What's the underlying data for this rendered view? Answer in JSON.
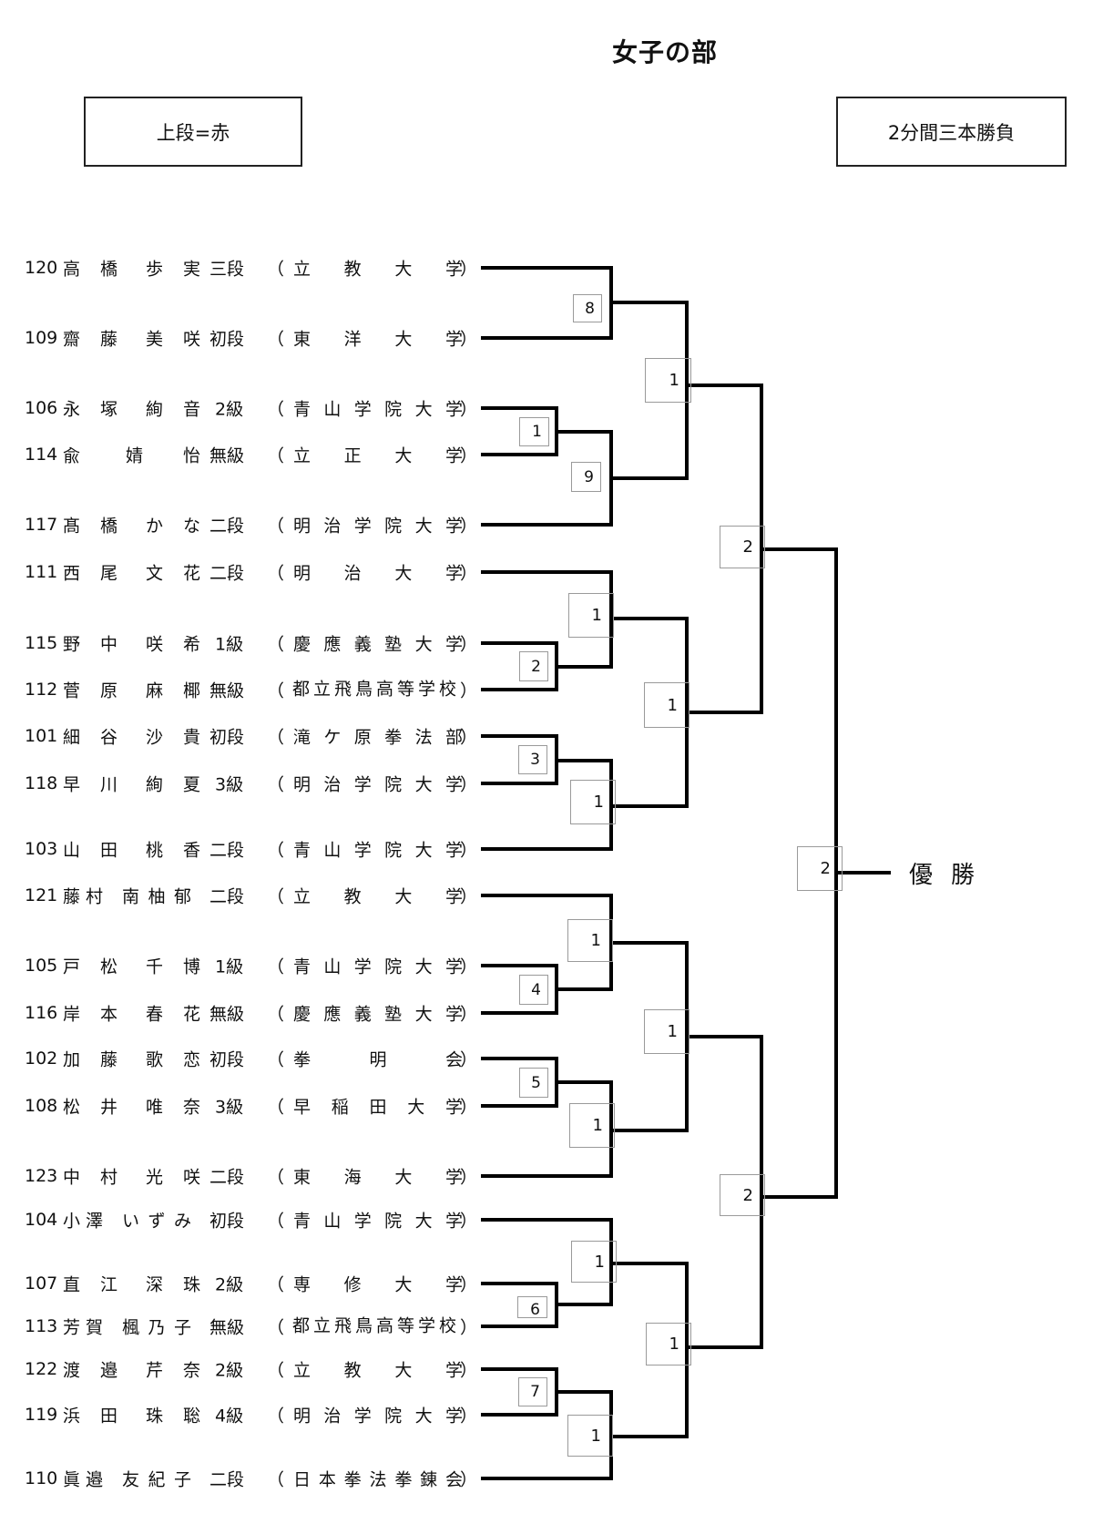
{
  "title": "女子の部",
  "note_left": "上段=赤",
  "note_right": "2分間三本勝負",
  "champion_label": "優勝",
  "players": [
    {
      "no": "120",
      "family": "高橋",
      "given": "歩実",
      "rank": "三段",
      "affiliation": "立教大学"
    },
    {
      "no": "109",
      "family": "齋藤",
      "given": "美咲",
      "rank": "初段",
      "affiliation": "東洋大学"
    },
    {
      "no": "106",
      "family": "永塚",
      "given": "絢音",
      "rank": "2級",
      "affiliation": "青山学院大学"
    },
    {
      "no": "114",
      "family": "兪",
      "given": "婧怡",
      "rank": "無級",
      "affiliation": "立正大学"
    },
    {
      "no": "117",
      "family": "髙橋",
      "given": "かな",
      "rank": "二段",
      "affiliation": "明治学院大学"
    },
    {
      "no": "111",
      "family": "西尾",
      "given": "文花",
      "rank": "二段",
      "affiliation": "明治大学"
    },
    {
      "no": "115",
      "family": "野中",
      "given": "咲希",
      "rank": "1級",
      "affiliation": "慶應義塾大学"
    },
    {
      "no": "112",
      "family": "菅原",
      "given": "麻椰",
      "rank": "無級",
      "affiliation": "都立飛鳥高等学校"
    },
    {
      "no": "101",
      "family": "細谷",
      "given": "沙貴",
      "rank": "初段",
      "affiliation": "滝ケ原拳法部"
    },
    {
      "no": "118",
      "family": "早川",
      "given": "絢夏",
      "rank": "3級",
      "affiliation": "明治学院大学"
    },
    {
      "no": "103",
      "family": "山田",
      "given": "桃香",
      "rank": "二段",
      "affiliation": "青山学院大学"
    },
    {
      "no": "121",
      "family": "藤村",
      "given": "南柚郁",
      "rank": "二段",
      "affiliation": "立教大学"
    },
    {
      "no": "105",
      "family": "戸松",
      "given": "千博",
      "rank": "1級",
      "affiliation": "青山学院大学"
    },
    {
      "no": "116",
      "family": "岸本",
      "given": "春花",
      "rank": "無級",
      "affiliation": "慶應義塾大学"
    },
    {
      "no": "102",
      "family": "加藤",
      "given": "歌恋",
      "rank": "初段",
      "affiliation": "拳明会"
    },
    {
      "no": "108",
      "family": "松井",
      "given": "唯奈",
      "rank": "3級",
      "affiliation": "早稲田大学"
    },
    {
      "no": "123",
      "family": "中村",
      "given": "光咲",
      "rank": "二段",
      "affiliation": "東海大学"
    },
    {
      "no": "104",
      "family": "小澤",
      "given": "いずみ",
      "rank": "初段",
      "affiliation": "青山学院大学"
    },
    {
      "no": "107",
      "family": "直江",
      "given": "深珠",
      "rank": "2級",
      "affiliation": "専修大学"
    },
    {
      "no": "113",
      "family": "芳賀",
      "given": "楓乃子",
      "rank": "無級",
      "affiliation": "都立飛鳥高等学校"
    },
    {
      "no": "122",
      "family": "渡邉",
      "given": "芹奈",
      "rank": "2級",
      "affiliation": "立教大学"
    },
    {
      "no": "119",
      "family": "浜田",
      "given": "珠聡",
      "rank": "4級",
      "affiliation": "明治学院大学"
    },
    {
      "no": "110",
      "family": "眞邉",
      "given": "友紀子",
      "rank": "二段",
      "affiliation": "日本拳法拳錬会"
    }
  ],
  "matches": {
    "round1": [
      "8",
      "1",
      "9",
      "2",
      "3",
      "4",
      "5",
      "6",
      "7"
    ],
    "round2": [
      "1",
      "1",
      "1",
      "1",
      "1",
      "1"
    ],
    "round3": [
      "1",
      "1",
      "1",
      "1"
    ],
    "semifinal": [
      "2",
      "2"
    ],
    "final": "2"
  }
}
